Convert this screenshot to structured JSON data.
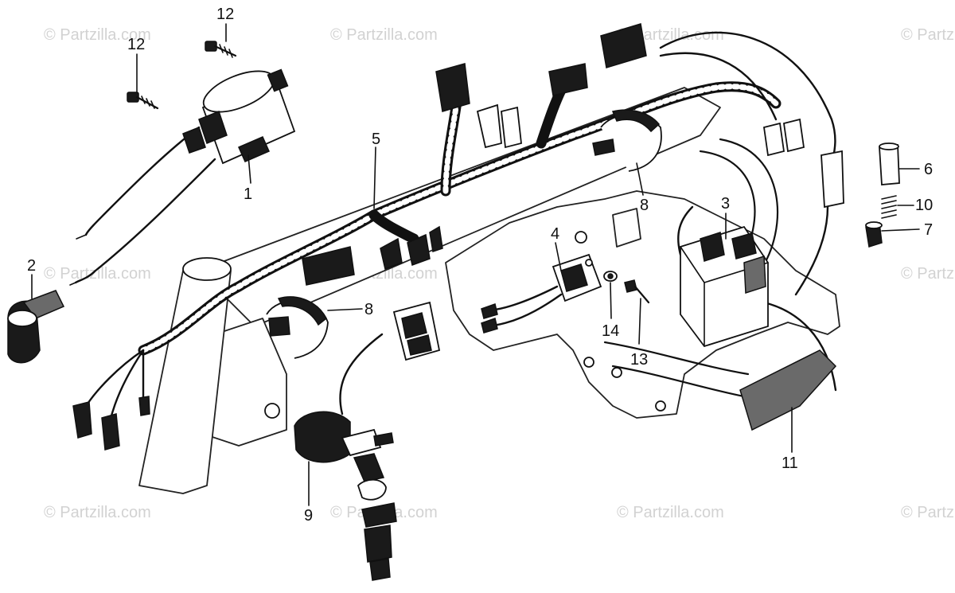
{
  "watermark": {
    "text": "© Partzilla.com"
  },
  "callouts": [
    {
      "id": "c1",
      "label": "1"
    },
    {
      "id": "c2",
      "label": "2"
    },
    {
      "id": "c3",
      "label": "3"
    },
    {
      "id": "c4",
      "label": "4"
    },
    {
      "id": "c5",
      "label": "5"
    },
    {
      "id": "c6",
      "label": "6"
    },
    {
      "id": "c7",
      "label": "7"
    },
    {
      "id": "c8a",
      "label": "8"
    },
    {
      "id": "c8b",
      "label": "8"
    },
    {
      "id": "c9",
      "label": "9"
    },
    {
      "id": "c10",
      "label": "10"
    },
    {
      "id": "c11",
      "label": "11"
    },
    {
      "id": "c12a",
      "label": "12"
    },
    {
      "id": "c12b",
      "label": "12"
    },
    {
      "id": "c13",
      "label": "13"
    },
    {
      "id": "c14",
      "label": "14"
    }
  ]
}
